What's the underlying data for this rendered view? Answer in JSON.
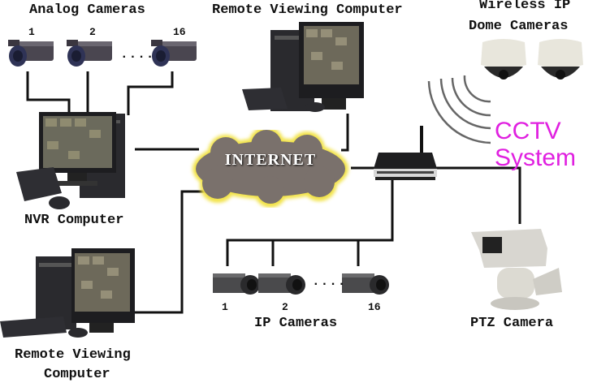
{
  "title": "CCTV System Network Diagram",
  "labels": {
    "analog_cameras": "Analog Cameras",
    "remote_viewing_top": "Remote Viewing Computer",
    "wireless_line1": "Wireless IP",
    "wireless_line2": "Dome Cameras",
    "nvr_computer": "NVR Computer",
    "internet": "INTERNET",
    "cctv_line1": "CCTV",
    "cctv_line2": "System",
    "ip_cameras": "IP Cameras",
    "ptz_camera": "PTZ Camera",
    "remote_viewing_bottom_line1": "Remote Viewing",
    "remote_viewing_bottom_line2": "Computer"
  },
  "analog_camera_numbers": [
    "1",
    "2",
    "16"
  ],
  "ip_camera_numbers": [
    "1",
    "2",
    "16"
  ],
  "ellipsis": "....",
  "colors": {
    "cctv_text": "#e020e0",
    "cloud_fill": "#7a716c",
    "cloud_glow": "#f2e34a",
    "wire": "#111111"
  }
}
